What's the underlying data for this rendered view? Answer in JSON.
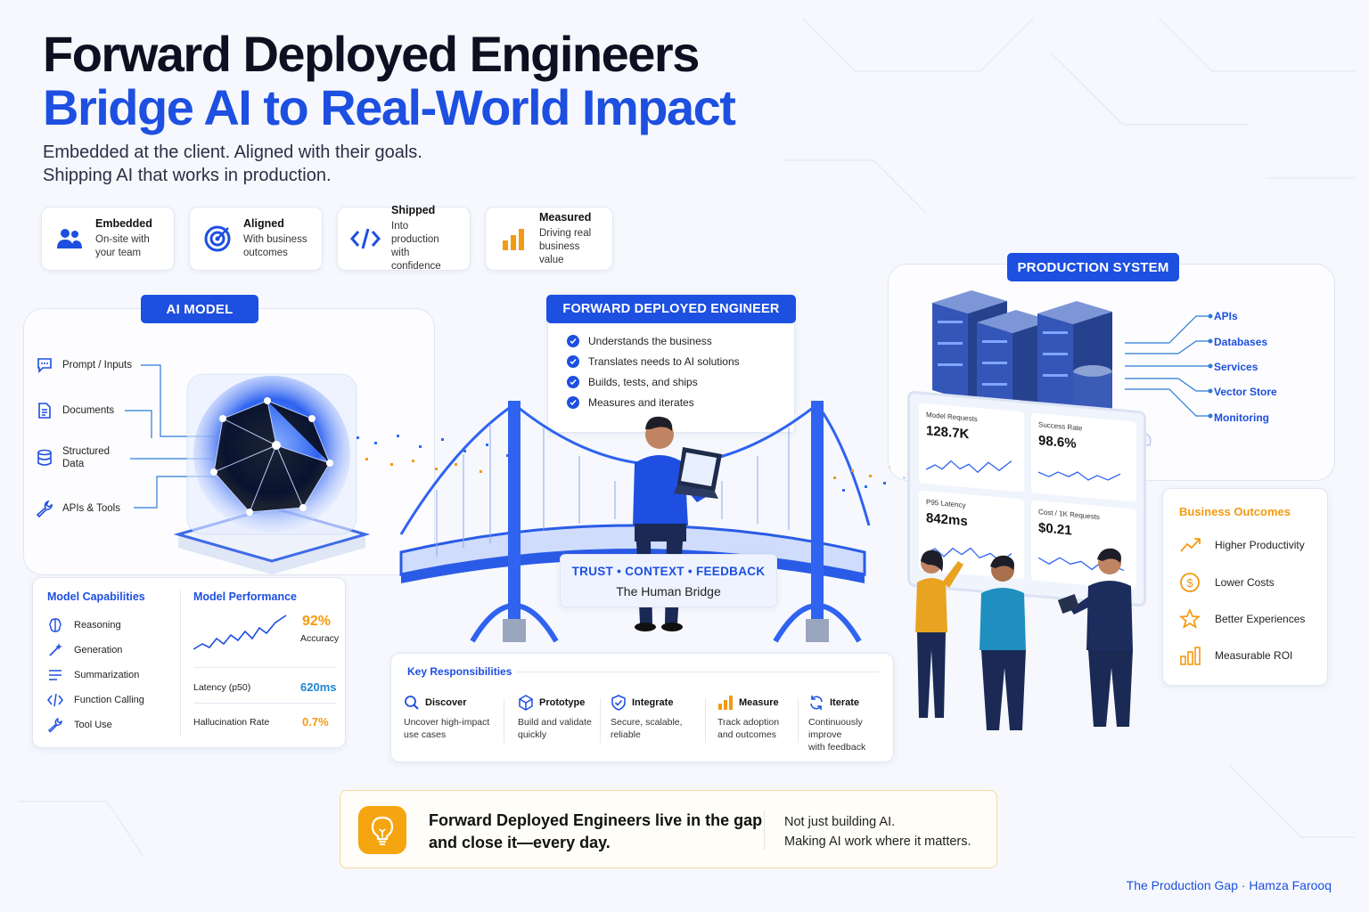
{
  "header": {
    "title_line1": "Forward Deployed Engineers",
    "title_line2": "Bridge AI to Real-World Impact",
    "subtitle_line1": "Embedded at the client. Aligned with their goals.",
    "subtitle_line2": "Shipping AI that works in production."
  },
  "features": [
    {
      "title": "Embedded",
      "line1": "On-site with",
      "line2": "your team",
      "icon": "people-icon"
    },
    {
      "title": "Aligned",
      "line1": "With business",
      "line2": "outcomes",
      "icon": "target-icon"
    },
    {
      "title": "Shipped",
      "line1": "Into production",
      "line2": "with confidence",
      "icon": "code-icon"
    },
    {
      "title": "Measured",
      "line1": "Driving real",
      "line2": "business value",
      "icon": "bar-chart-icon"
    }
  ],
  "ai_model": {
    "label": "AI MODEL",
    "inputs": [
      "Prompt / Inputs",
      "Documents",
      "Structured Data",
      "APIs & Tools"
    ],
    "capabilities_title": "Model Capabilities",
    "capabilities": [
      "Reasoning",
      "Generation",
      "Summarization",
      "Function Calling",
      "Tool Use"
    ],
    "performance_title": "Model Performance",
    "accuracy_value": "92%",
    "accuracy_label": "Accuracy",
    "latency_label": "Latency (p50)",
    "latency_value": "620ms",
    "hallucination_label": "Hallucination Rate",
    "hallucination_value": "0.7%"
  },
  "engineer": {
    "label": "FORWARD DEPLOYED ENGINEER",
    "points": [
      "Understands the business",
      "Translates needs to AI solutions",
      "Builds, tests, and ships",
      "Measures and iterates"
    ],
    "bridge_words": "TRUST • CONTEXT • FEEDBACK",
    "bridge_caption": "The Human Bridge"
  },
  "responsibilities": {
    "title": "Key Responsibilities",
    "items": [
      {
        "title": "Discover",
        "line1": "Uncover high-impact",
        "line2": "use cases"
      },
      {
        "title": "Prototype",
        "line1": "Build and validate",
        "line2": "quickly"
      },
      {
        "title": "Integrate",
        "line1": "Secure, scalable,",
        "line2": "reliable"
      },
      {
        "title": "Measure",
        "line1": "Track adoption",
        "line2": "and outcomes"
      },
      {
        "title": "Iterate",
        "line1": "Continuously improve",
        "line2": "with feedback"
      }
    ]
  },
  "production": {
    "label": "PRODUCTION SYSTEM",
    "items": [
      "APIs",
      "Databases",
      "Services",
      "Vector Store",
      "Monitoring"
    ],
    "metrics": [
      {
        "label": "Model Requests",
        "value": "128.7K"
      },
      {
        "label": "Success Rate",
        "value": "98.6%"
      },
      {
        "label": "P95 Latency",
        "value": "842ms"
      },
      {
        "label": "Cost / 1K Requests",
        "value": "$0.21"
      }
    ]
  },
  "outcomes": {
    "title": "Business Outcomes",
    "items": [
      "Higher Productivity",
      "Lower Costs",
      "Better Experiences",
      "Measurable ROI"
    ]
  },
  "callout": {
    "main_line1": "Forward Deployed Engineers live in the gap",
    "main_line2": "and close it—every day.",
    "side_line1": "Not just building AI.",
    "side_line2": "Making AI work where it matters."
  },
  "credit": "The Production Gap · Hamza Farooq",
  "colors": {
    "accent": "#1d4fe0",
    "orange": "#f39a12",
    "text": "#1a1f36"
  }
}
